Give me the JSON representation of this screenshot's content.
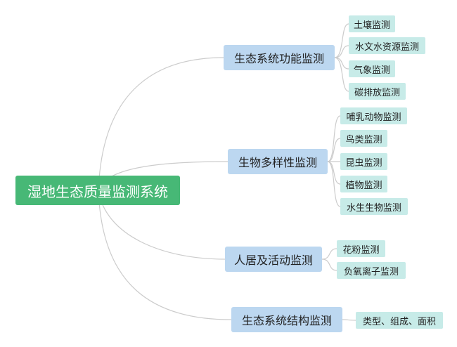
{
  "root": {
    "label": "湿地生态质量监测系统"
  },
  "branches": [
    {
      "label": "生态系统功能监测",
      "children": [
        "土壤监测",
        "水文水资源监测",
        "气象监测",
        "碳排放监测"
      ]
    },
    {
      "label": "生物多样性监测",
      "children": [
        "哺乳动物监测",
        "鸟类监测",
        "昆虫监测",
        "植物监测",
        "水生生物监测"
      ]
    },
    {
      "label": "人居及活动监测",
      "children": [
        "花粉监测",
        "负氧离子监测"
      ]
    },
    {
      "label": "生态系统结构监测",
      "children": [
        "类型、组成、面积"
      ]
    }
  ],
  "colors": {
    "root": "#47b876",
    "branch": "#bcd7f0",
    "leaf": "#c7ebe8",
    "line": "#cccccc"
  }
}
